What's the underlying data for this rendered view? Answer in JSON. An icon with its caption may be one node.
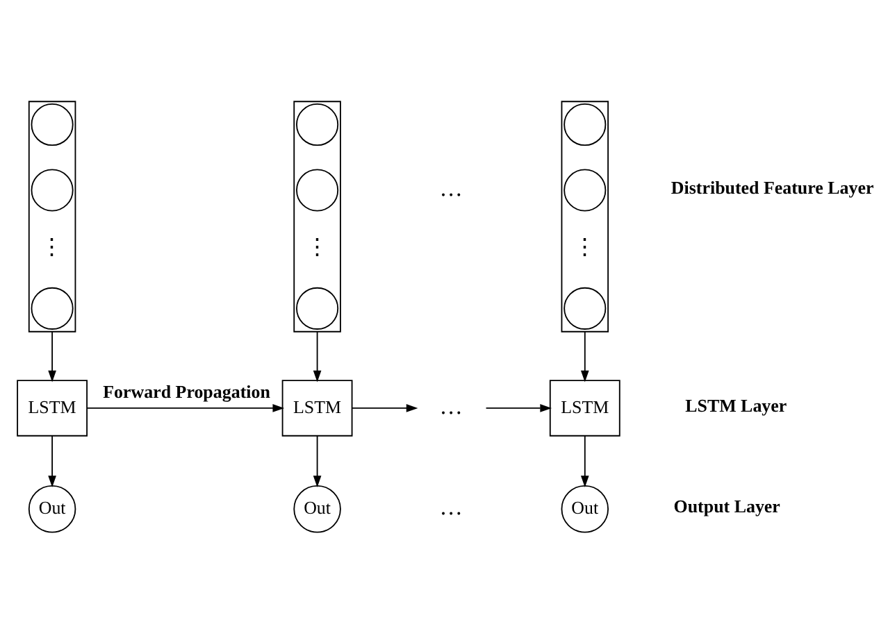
{
  "diagram": {
    "nodes": [
      {
        "text": [],
        "shape": "box"
      },
      {
        "text": [],
        "shape": "circle",
        "in": 0
      },
      {
        "text": [],
        "shape": "circle",
        "in": 0
      },
      {
        "text": [],
        "shape": "circle",
        "in": 0
      },
      {
        "text": [],
        "shape": "box"
      },
      {
        "text": [],
        "shape": "circle",
        "in": 4
      },
      {
        "text": [],
        "shape": "circle",
        "in": 4
      },
      {
        "text": [],
        "shape": "circle",
        "in": 4
      },
      {
        "text": [],
        "shape": "box"
      },
      {
        "text": [],
        "shape": "circle",
        "in": 8
      },
      {
        "text": [],
        "shape": "circle",
        "in": 8
      },
      {
        "text": [],
        "shape": "circle",
        "in": 8
      },
      {
        "text": [
          "LSTM"
        ]
      },
      {
        "text": [
          "LSTM"
        ]
      },
      {
        "text": [
          "…"
        ]
      },
      {
        "text": [
          "LSTM"
        ]
      },
      {
        "text": [
          "Out"
        ]
      },
      {
        "text": [
          "Out"
        ]
      },
      {
        "text": [
          "Out"
        ]
      }
    ],
    "edges": [
      {
        "from": 0,
        "to": 12,
        "arrow": "to"
      },
      {
        "from": 4,
        "to": 13,
        "arrow": "to"
      },
      {
        "from": 8,
        "to": 15,
        "arrow": "to"
      },
      {
        "from": 12,
        "to": 13,
        "arrow": "to",
        "label": "Forward Propagation"
      },
      {
        "from": 13,
        "to": 14,
        "arrow": "to"
      },
      {
        "from": 14,
        "to": 15,
        "arrow": "to"
      },
      {
        "from": 12,
        "to": 16,
        "arrow": "to"
      },
      {
        "from": 13,
        "to": 17,
        "arrow": "to"
      },
      {
        "from": 15,
        "to": 18,
        "arrow": "to"
      }
    ],
    "labels": [
      "⋮",
      "⋮",
      "…",
      "⋮",
      "Distributed Feature Layer",
      "LSTM Layer",
      "…",
      "Output Layer"
    ]
  }
}
